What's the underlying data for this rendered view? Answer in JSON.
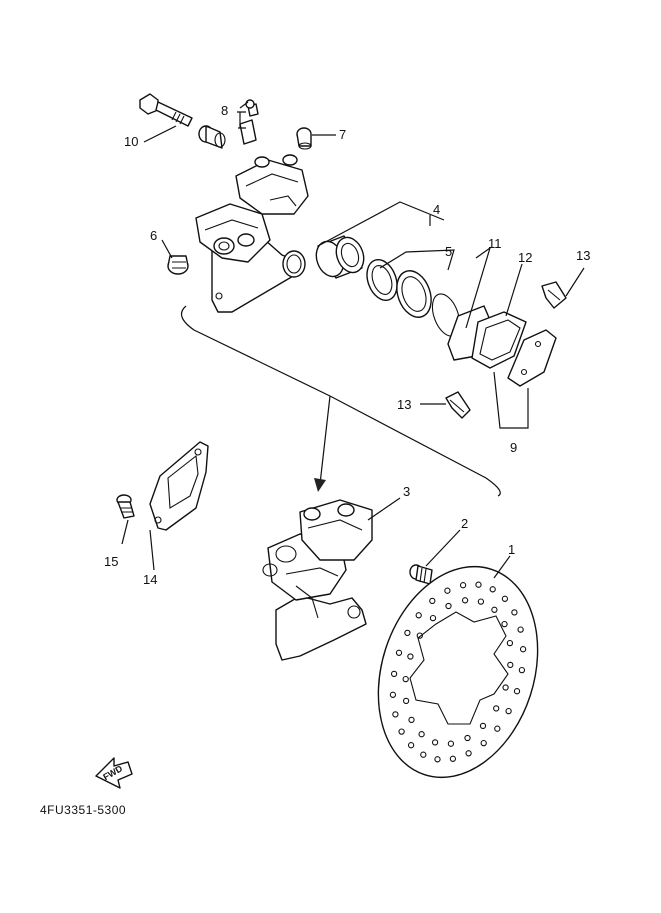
{
  "diagram_code": "4FU3351-5300",
  "fwd_label": "FWD",
  "callouts": {
    "c1": "1",
    "c2": "2",
    "c3": "3",
    "c4": "4",
    "c5": "5",
    "c6": "6",
    "c7": "7",
    "c8": "8",
    "c9": "9",
    "c10": "10",
    "c11": "11",
    "c12": "12",
    "c13a": "13",
    "c13b": "13",
    "c14": "14",
    "c15": "15"
  }
}
